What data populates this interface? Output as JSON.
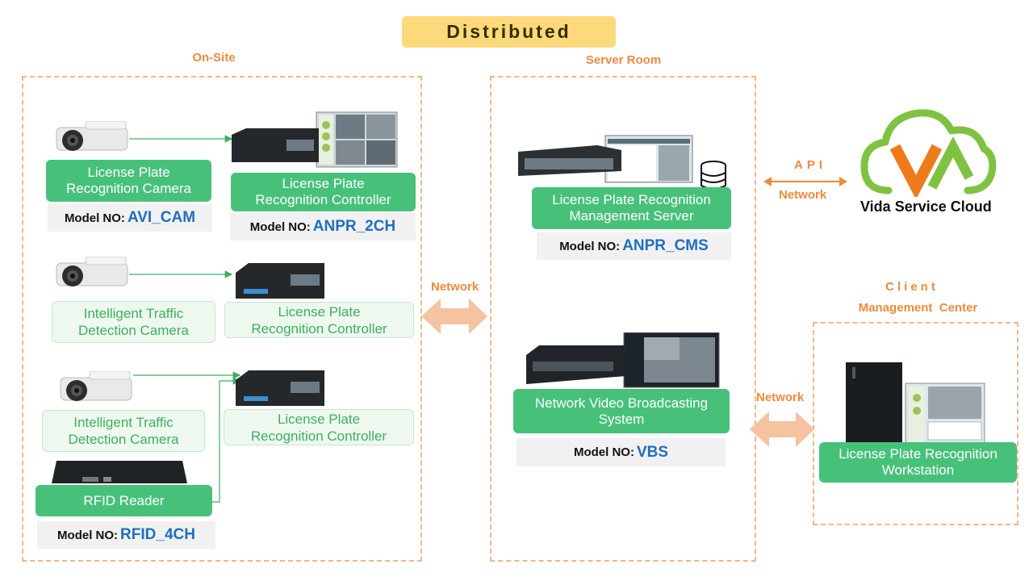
{
  "title": "Distributed",
  "sections": {
    "onsite": "On-Site",
    "server_room": "Server Room",
    "client_line1": "Client",
    "client_line2": "Management  Center"
  },
  "model_prefix": "Model NO:",
  "onsite": {
    "camera1": {
      "line1": "License Plate",
      "line2": "Recognition Camera",
      "model": "AVI_CAM"
    },
    "controller1": {
      "line1": "License Plate",
      "line2": "Recognition Controller",
      "model": "ANPR_2CH"
    },
    "camera2": {
      "line1": "Intelligent Traffic",
      "line2": "Detection Camera"
    },
    "controller2": {
      "line1": "License Plate",
      "line2": "Recognition Controller"
    },
    "camera3": {
      "line1": "Intelligent Traffic",
      "line2": "Detection Camera"
    },
    "controller3": {
      "line1": "License Plate",
      "line2": "Recognition Controller"
    },
    "rfid": {
      "label": "RFID Reader",
      "model": "RFID_4CH"
    }
  },
  "server": {
    "cms": {
      "line1": "License Plate Recognition",
      "line2": "Management Server",
      "model": "ANPR_CMS"
    },
    "vbs": {
      "line1": "Network Video Broadcasting",
      "line2": "System",
      "model": "VBS"
    }
  },
  "client": {
    "workstation": {
      "line1": "License Plate Recognition",
      "line2": "Workstation"
    }
  },
  "links": {
    "network_left": "Network",
    "network_right": "Network",
    "api": "API",
    "api_network": "Network"
  },
  "cloud": {
    "label": "Vida Service Cloud",
    "colors": {
      "green": "#7fc241",
      "orange": "#ef7a1a"
    }
  },
  "colors": {
    "accent_green": "#47c17a",
    "dash_orange": "#f2b68a",
    "label_orange": "#ee8a3c",
    "model_blue": "#1f6fbf",
    "arrow": "#f5c3a0"
  }
}
